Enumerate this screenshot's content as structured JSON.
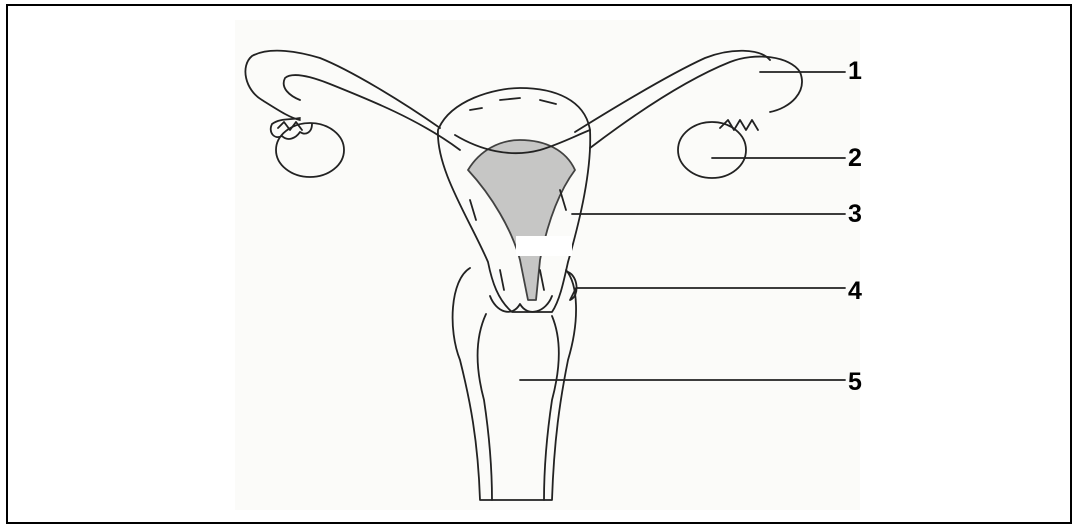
{
  "labels": [
    "1",
    "2",
    "3",
    "4",
    "5"
  ],
  "colors": {
    "line": "#222222",
    "shading": "#bdbdbd",
    "background": "#ffffff"
  }
}
